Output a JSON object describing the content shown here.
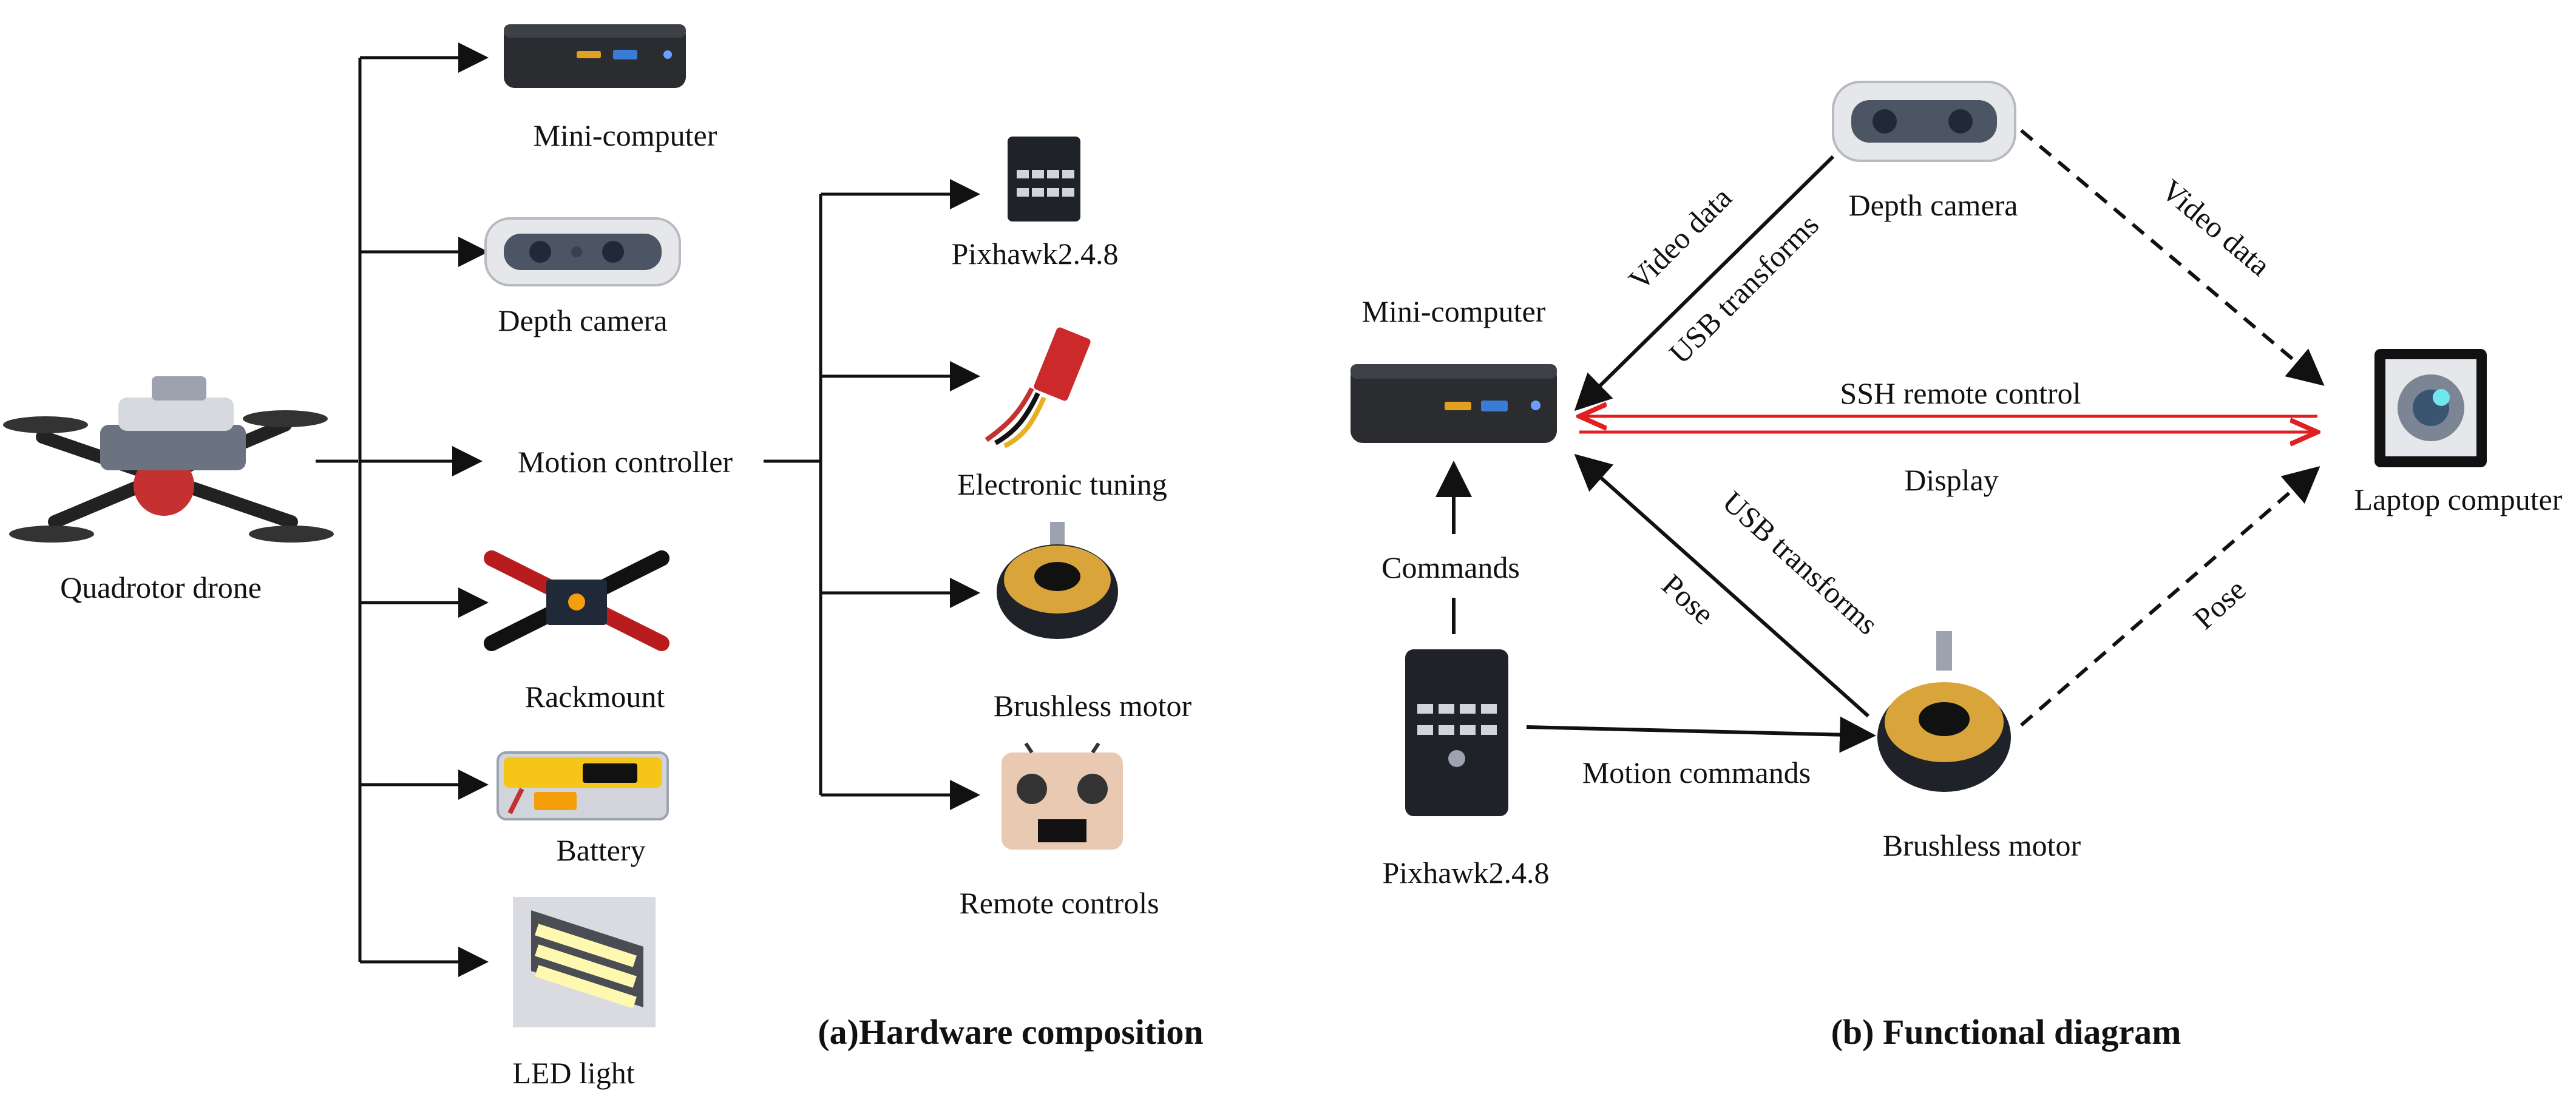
{
  "panel_a": {
    "caption": "(a)Hardware composition",
    "root": "Quadrotor drone",
    "items": [
      "Mini-computer",
      "Depth camera",
      "Motion controller",
      "Rackmount",
      "Battery",
      "LED light"
    ],
    "sub_items": [
      "Pixhawk2.4.8",
      "Electronic tuning",
      "Brushless motor",
      "Remote controls"
    ]
  },
  "panel_b": {
    "caption": "(b) Functional diagram",
    "nodes": {
      "mini_computer": "Mini-computer",
      "depth_camera": "Depth camera",
      "laptop": "Laptop computer",
      "pixhawk": "Pixhawk2.4.8",
      "brushless_motor": "Brushless motor"
    },
    "edges": {
      "video_data_left": "Video data",
      "usb_transforms_top": "USB transforms",
      "video_data_right": "Video data",
      "ssh": "SSH remote control",
      "display": "Display",
      "commands": "Commands",
      "pose_left": "Pose",
      "usb_transforms_bottom": "USB transforms",
      "motion_commands": "Motion commands",
      "pose_right": "Pose"
    }
  },
  "colors": {
    "ssh_line": "#e02020",
    "line": "#111111"
  }
}
